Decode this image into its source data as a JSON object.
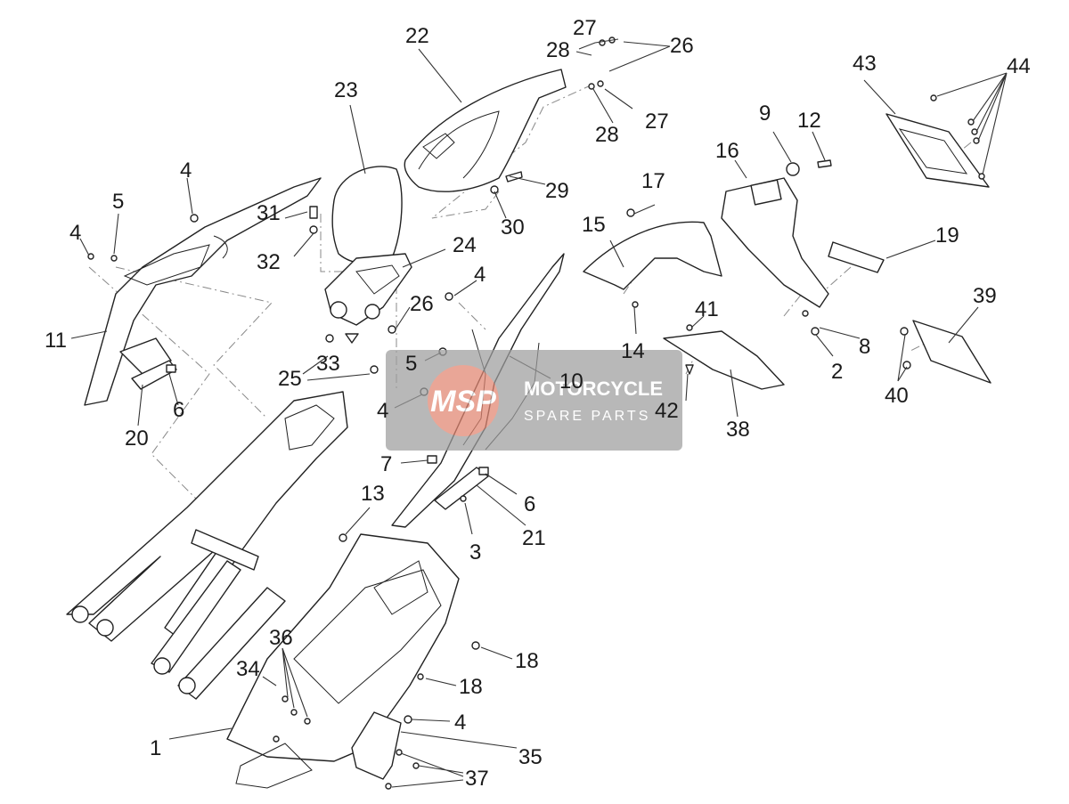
{
  "diagram": {
    "callouts": {
      "c1": "1",
      "c2": "2",
      "c3": "3",
      "c4a": "4",
      "c4b": "4",
      "c4c": "4",
      "c4d": "4",
      "c4e": "4",
      "c5a": "5",
      "c5b": "5",
      "c6a": "6",
      "c6b": "6",
      "c7": "7",
      "c8": "8",
      "c9": "9",
      "c10": "10",
      "c11": "11",
      "c12": "12",
      "c13": "13",
      "c14": "14",
      "c15": "15",
      "c16": "16",
      "c17": "17",
      "c18a": "18",
      "c18b": "18",
      "c19": "19",
      "c20": "20",
      "c21": "21",
      "c22": "22",
      "c23": "23",
      "c24": "24",
      "c25": "25",
      "c26a": "26",
      "c26b": "26",
      "c27a": "27",
      "c27b": "27",
      "c28a": "28",
      "c28b": "28",
      "c29": "29",
      "c30": "30",
      "c31": "31",
      "c32": "32",
      "c33": "33",
      "c34": "34",
      "c35": "35",
      "c36": "36",
      "c37": "37",
      "c38": "38",
      "c39": "39",
      "c40": "40",
      "c41": "41",
      "c42": "42",
      "c43": "43",
      "c44": "44"
    },
    "colors": {
      "line": "#222222",
      "label": "#1a1a1a",
      "watermark_box": "#9e9e9e",
      "watermark_accent": "#e8826a"
    }
  },
  "watermark": {
    "logo_text": "MSP",
    "line1": "MOTORCYCLE",
    "line2": "SPARE PARTS"
  }
}
